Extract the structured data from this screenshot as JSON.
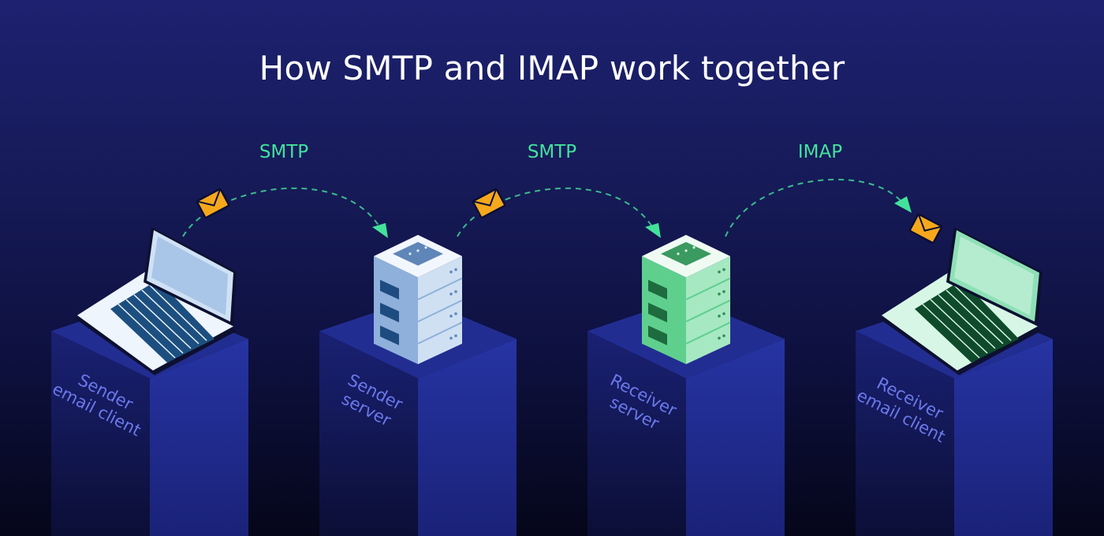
{
  "title": "How SMTP and IMAP work together",
  "links": [
    {
      "protocol": "SMTP"
    },
    {
      "protocol": "SMTP"
    },
    {
      "protocol": "IMAP"
    }
  ],
  "nodes": [
    {
      "line1": "Sender",
      "line2": "email client"
    },
    {
      "line1": "Sender",
      "line2": "server"
    },
    {
      "line1": "Receiver",
      "line2": "server"
    },
    {
      "line1": "Receiver",
      "line2": "email client"
    }
  ],
  "colors": {
    "protocol_text": "#43e29b",
    "label_text": "#6b78ea",
    "sender_device": "#a9c6e8",
    "receiver_device": "#63d69b",
    "envelope": "#f6a81c"
  },
  "icons": [
    "laptop-icon",
    "server-icon",
    "envelope-icon",
    "arrow-icon"
  ]
}
